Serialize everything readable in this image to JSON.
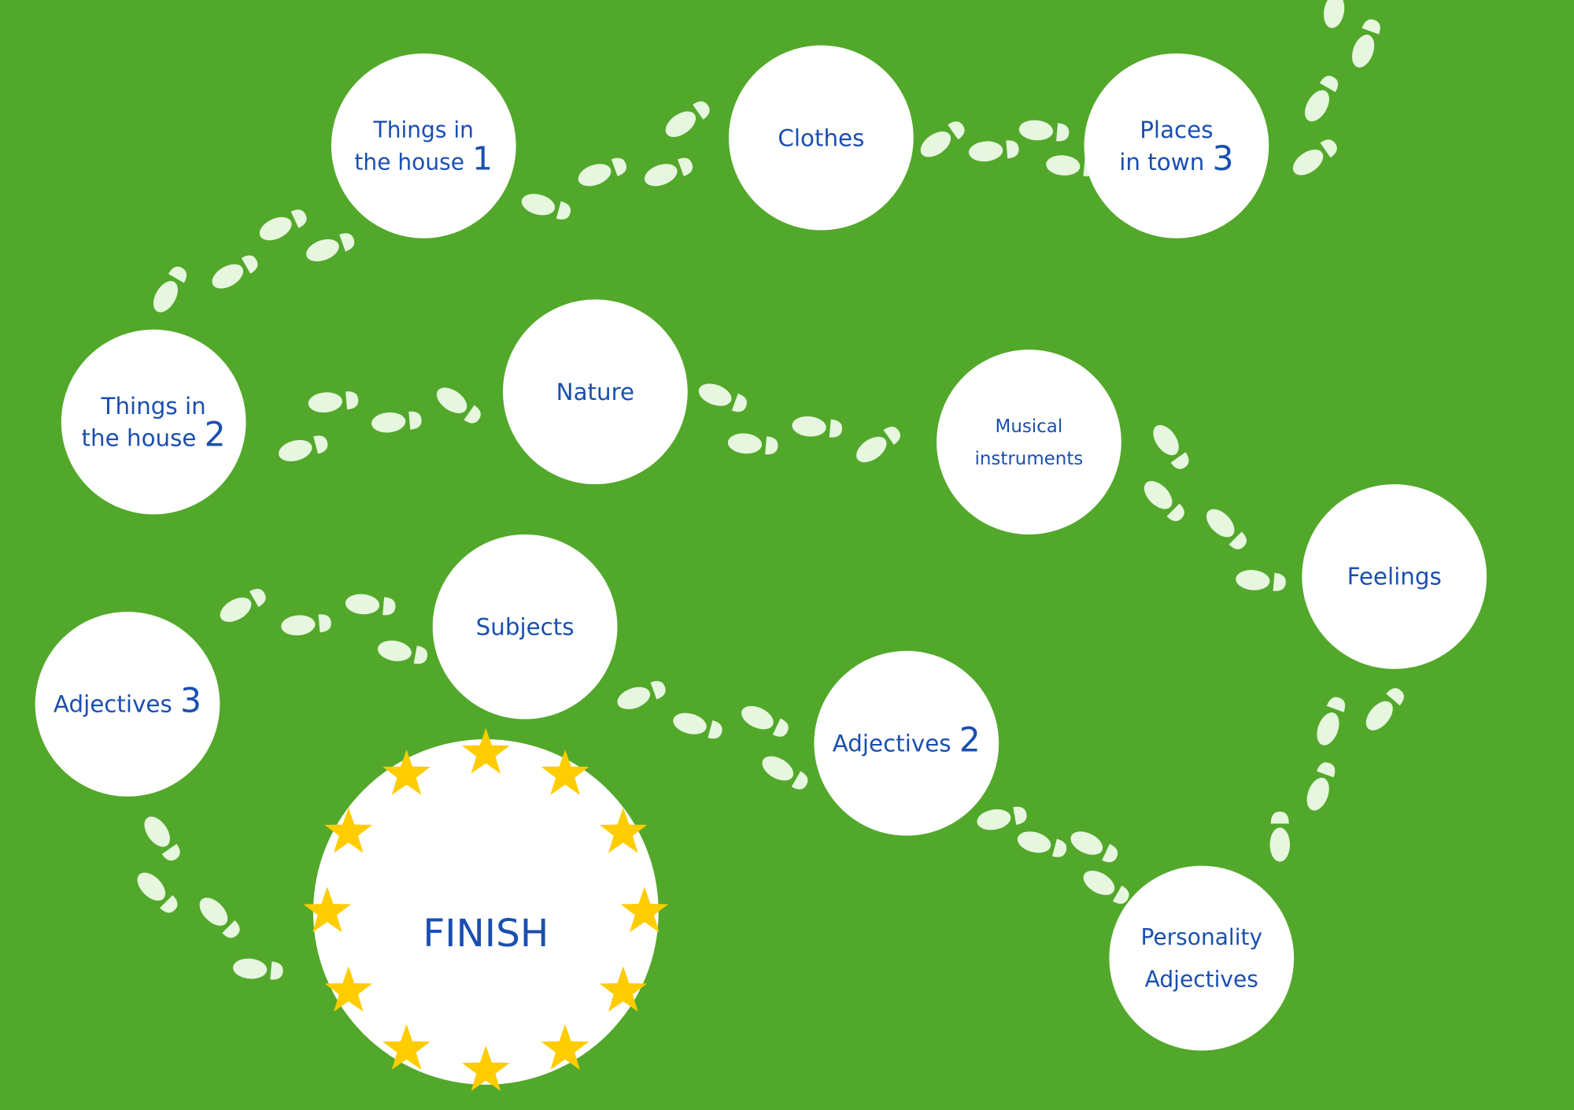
{
  "board": {
    "colors": {
      "background": "#52a82a",
      "space": "#ffffff",
      "text": "#1a4fb0",
      "footprint": "#e6f6df",
      "star": "#ffcc00"
    },
    "spaces": [
      {
        "id": "things-house-1",
        "lines": [
          "Things  in",
          "the house"
        ],
        "number": "1"
      },
      {
        "id": "clothes",
        "lines": [
          "Clothes"
        ],
        "number": ""
      },
      {
        "id": "places-town-3",
        "lines": [
          "Places",
          "in town"
        ],
        "number": "3"
      },
      {
        "id": "things-house-2",
        "lines": [
          "Things in",
          "the house"
        ],
        "number": "2"
      },
      {
        "id": "nature",
        "lines": [
          "Nature"
        ],
        "number": ""
      },
      {
        "id": "musical-instruments",
        "lines": [
          "Musical",
          "instruments"
        ],
        "number": ""
      },
      {
        "id": "feelings",
        "lines": [
          "Feelings"
        ],
        "number": ""
      },
      {
        "id": "subjects",
        "lines": [
          "Subjects"
        ],
        "number": ""
      },
      {
        "id": "adjectives-3",
        "lines": [
          "Adjectives"
        ],
        "number": "3"
      },
      {
        "id": "adjectives-2",
        "lines": [
          "Adjectives"
        ],
        "number": "2"
      },
      {
        "id": "personality-adjectives",
        "lines": [
          "Personality",
          "Adjectives"
        ],
        "number": ""
      }
    ],
    "finish": {
      "label": "FINISH",
      "star_count": 12
    }
  }
}
